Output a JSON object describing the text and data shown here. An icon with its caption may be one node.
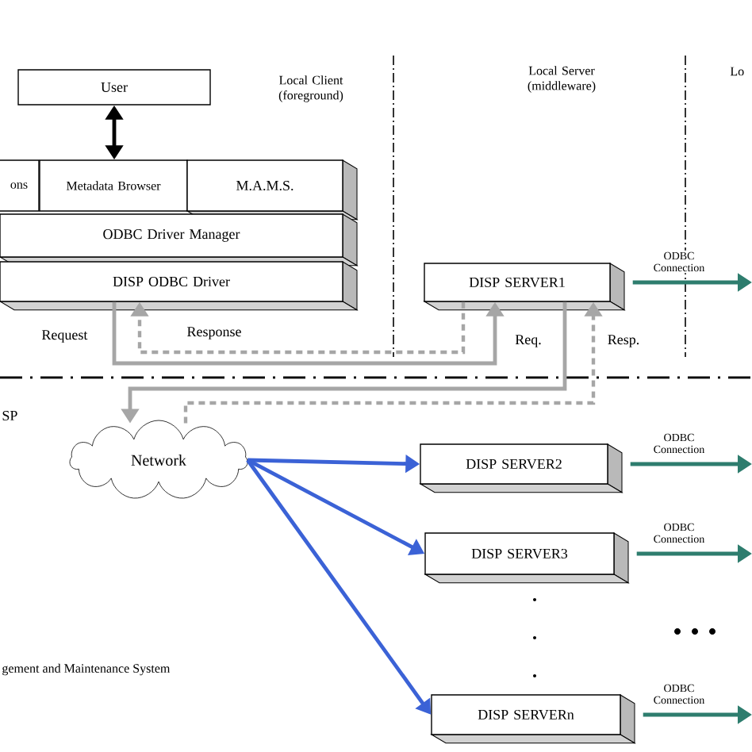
{
  "diagram": {
    "nodes": [
      {
        "text": [
          "User"
        ]
      },
      {
        "text": [
          "ons"
        ]
      },
      {
        "text": [
          "Metadata Browser"
        ]
      },
      {
        "text": [
          "M.A.M.S."
        ]
      },
      {
        "text": [
          "ODBC Driver Manager"
        ]
      },
      {
        "text": [
          "DISP ODBC Driver"
        ]
      },
      {
        "text": [
          "DISP SERVER1"
        ]
      },
      {
        "text": [
          "Network"
        ]
      },
      {
        "text": [
          "DISP SERVER2"
        ]
      },
      {
        "text": [
          "DISP SERVER3"
        ]
      },
      {
        "text": [
          "DISP SERVERn"
        ]
      }
    ],
    "edges": [
      {
        "from": 0,
        "to": 2,
        "arrow": "both",
        "color": "#000000"
      },
      {
        "from": 5,
        "to": 6,
        "arrow": "to",
        "label": "Request",
        "color": "#a6a6a6"
      },
      {
        "from": 6,
        "to": 5,
        "arrow": "to",
        "label": "Response",
        "style": "dashed",
        "color": "#a6a6a6"
      },
      {
        "from": 6,
        "to": 7,
        "arrow": "to",
        "label": "Req.",
        "color": "#a6a6a6"
      },
      {
        "from": 7,
        "to": 6,
        "arrow": "to",
        "label": "Resp.",
        "style": "dashed",
        "color": "#a6a6a6"
      },
      {
        "from": 7,
        "to": 8,
        "arrow": "to",
        "color": "#3b62d6"
      },
      {
        "from": 7,
        "to": 9,
        "arrow": "to",
        "color": "#3b62d6"
      },
      {
        "from": 7,
        "to": 10,
        "arrow": "to",
        "color": "#3b62d6"
      },
      {
        "from": 6,
        "to": null,
        "arrow": "to",
        "label": "ODBC Connection",
        "color": "#2e7d6e"
      },
      {
        "from": 8,
        "to": null,
        "arrow": "to",
        "label": "ODBC Connection",
        "color": "#2e7d6e"
      },
      {
        "from": 9,
        "to": null,
        "arrow": "to",
        "label": "ODBC Connection",
        "color": "#2e7d6e"
      },
      {
        "from": 10,
        "to": null,
        "arrow": "to",
        "label": "ODBC Connection",
        "color": "#2e7d6e"
      }
    ],
    "labels": [
      "Local Client (foreground)",
      "Local Server (middleware)",
      "Lo",
      "SP",
      "gement and Maintenance System"
    ]
  }
}
